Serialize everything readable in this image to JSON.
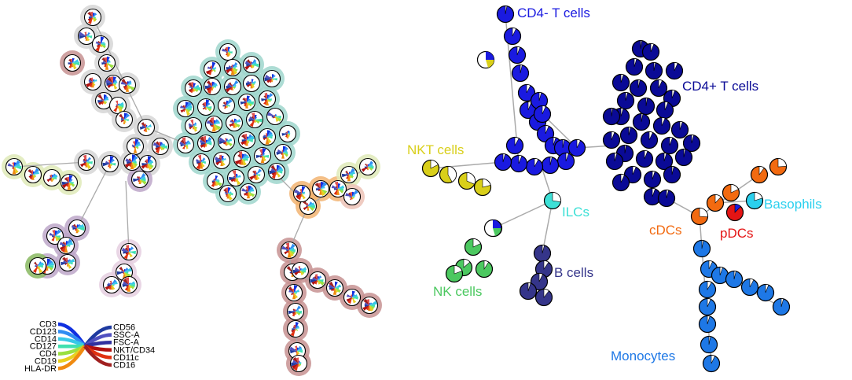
{
  "legend": {
    "left": [
      "CD3",
      "CD123",
      "CD14",
      "CD127",
      "CD4",
      "CD19",
      "HLA-DR"
    ],
    "right": [
      "CD56",
      "SSC-A",
      "FSC-A",
      "NKT/CD34",
      "CD11c",
      "CD16"
    ]
  },
  "populations": [
    {
      "key": "cd4neg",
      "label": "CD4- T cells",
      "color": "#1a1ae0"
    },
    {
      "key": "cd4pos",
      "label": "CD4+ T cells",
      "color": "#0a0a96"
    },
    {
      "key": "nkt",
      "label": "NKT cells",
      "color": "#d9cf1a"
    },
    {
      "key": "ilc",
      "label": "ILCs",
      "color": "#3de0d6"
    },
    {
      "key": "basophils",
      "label": "Basophils",
      "color": "#2ad0ee"
    },
    {
      "key": "cdc",
      "label": "cDCs",
      "color": "#f26a10"
    },
    {
      "key": "pdc",
      "label": "pDCs",
      "color": "#e41414"
    },
    {
      "key": "bcells",
      "label": "B cells",
      "color": "#35358a"
    },
    {
      "key": "nk",
      "label": "NK cells",
      "color": "#4cc860"
    },
    {
      "key": "monocytes",
      "label": "Monocytes",
      "color": "#1e78e6"
    }
  ],
  "colors": {
    "edge": "#aaaaaa",
    "node_stroke": "#000000",
    "halo_grey": "#d6d6d6",
    "halo_teal": "#9fd6cc",
    "halo_pink": "#c79292",
    "halo_purple": "#bda7c9",
    "halo_lime": "#dfeab8",
    "halo_orange": "#f2b472"
  }
}
